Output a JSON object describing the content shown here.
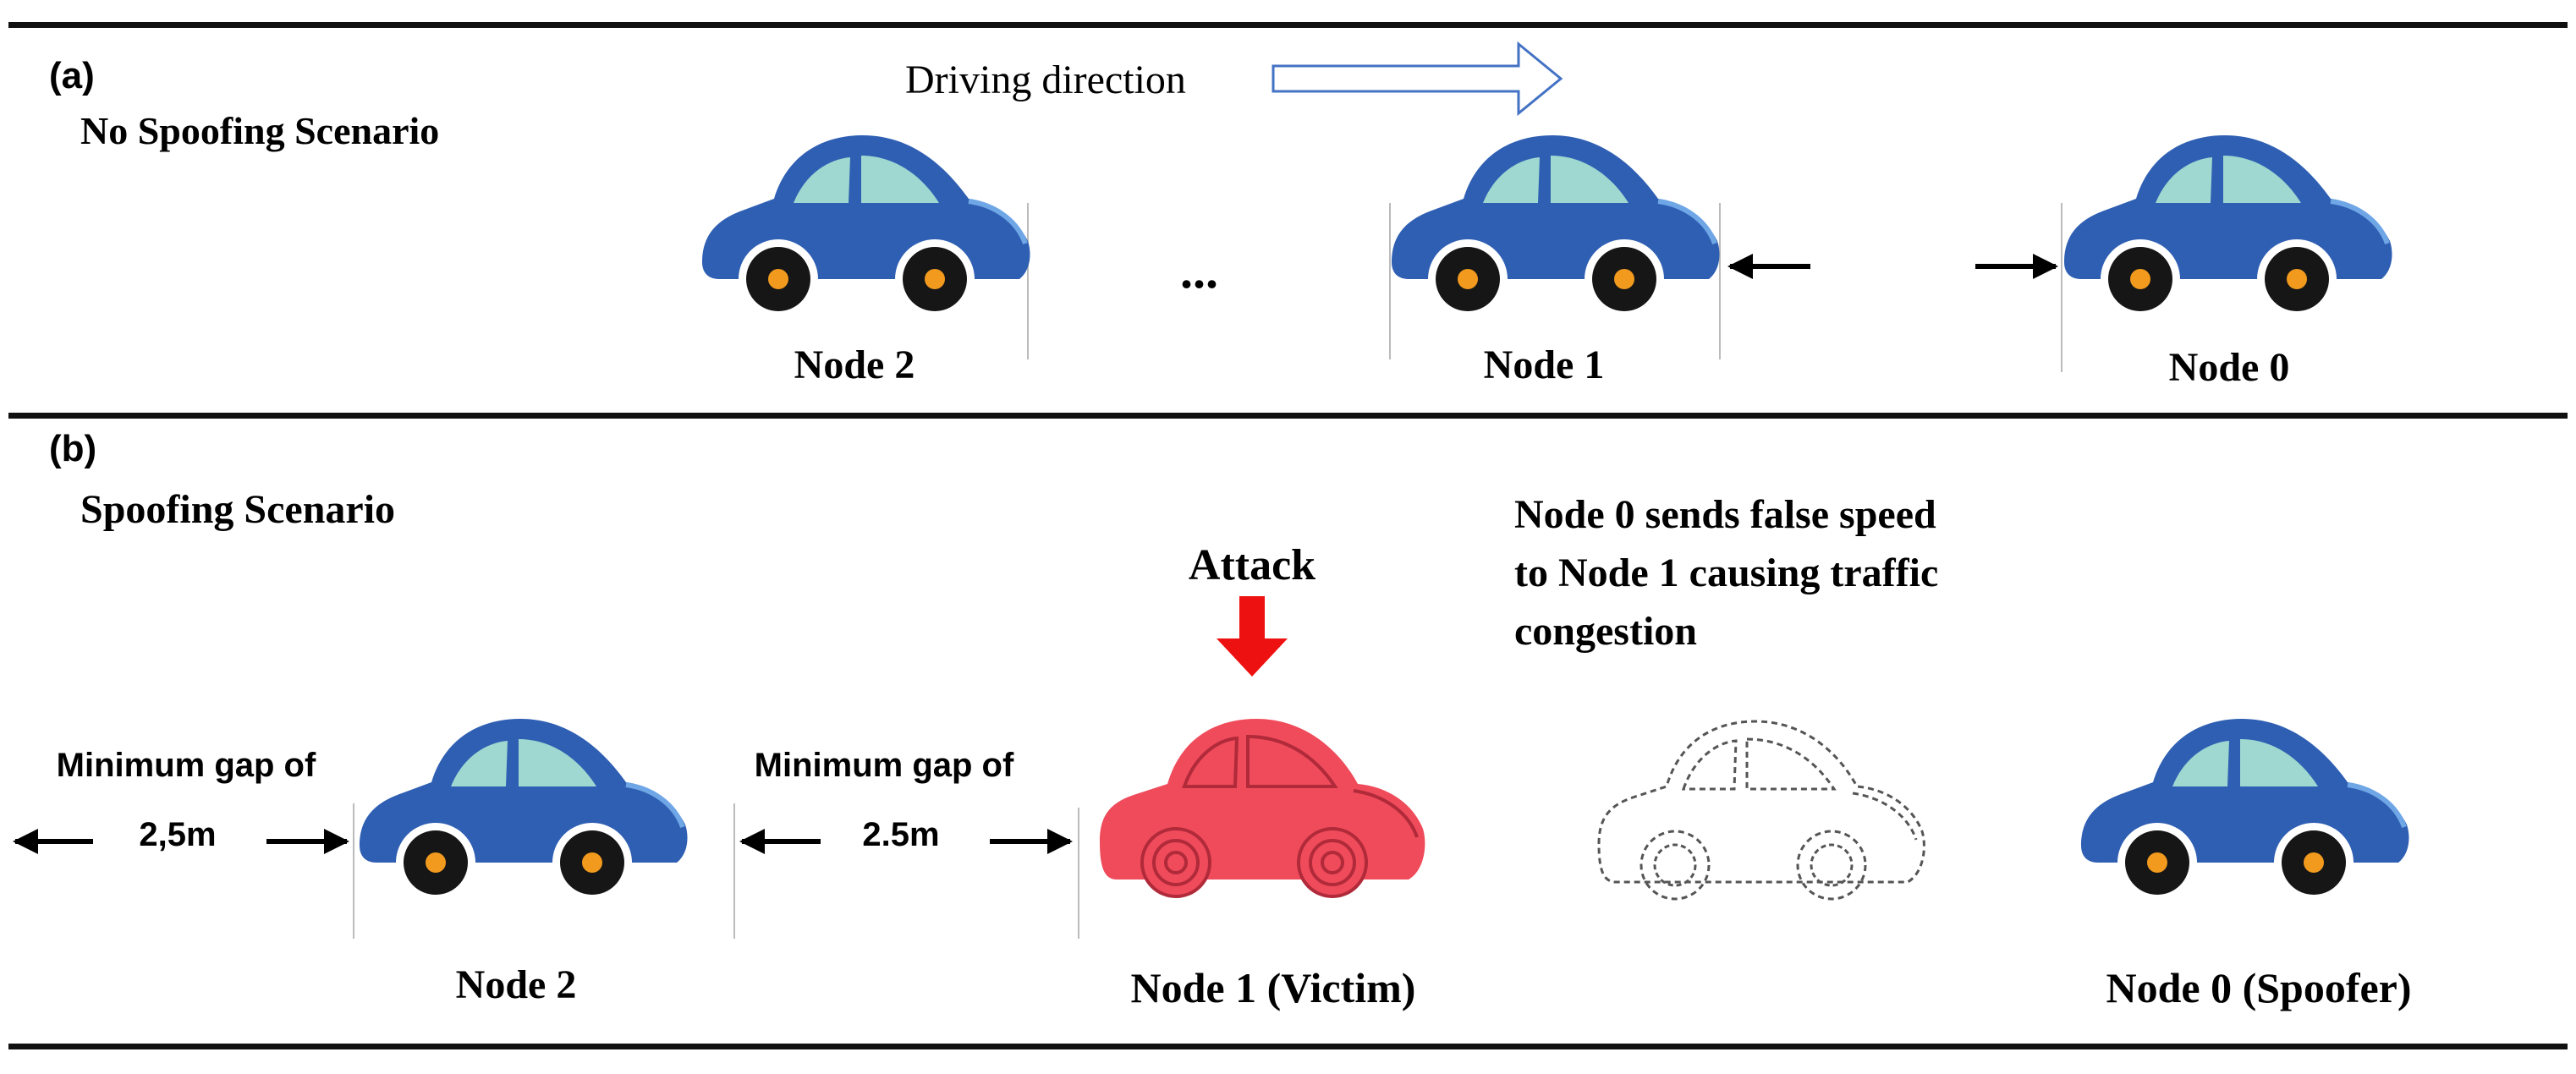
{
  "panel_a": {
    "label": "(a)",
    "title": "No Spoofing Scenario",
    "driving_direction": "Driving direction",
    "ellipsis": "...",
    "node2": "Node 2",
    "node1": "Node 1",
    "node0": "Node 0"
  },
  "panel_b": {
    "label": "(b)",
    "title": "Spoofing Scenario",
    "attack": "Attack",
    "note_line1": "Node 0 sends false speed",
    "note_line2": "to Node 1 causing traffic",
    "note_line3": "congestion",
    "gap1_line1": "Minimum gap of",
    "gap1_line2": "2,5m",
    "gap2_line1": "Minimum gap of",
    "gap2_line2": "2.5m",
    "node2": "Node 2",
    "node1": "Node 1 (Victim)",
    "node0": "Node 0 (Spoofer)"
  },
  "colors": {
    "car_body": "#2f5fb3",
    "car_window": "#9fd8d0",
    "victim_body": "#ef4b5b",
    "attack_arrow": "#ee1111",
    "direction_arrow_outline": "#4472c4"
  }
}
